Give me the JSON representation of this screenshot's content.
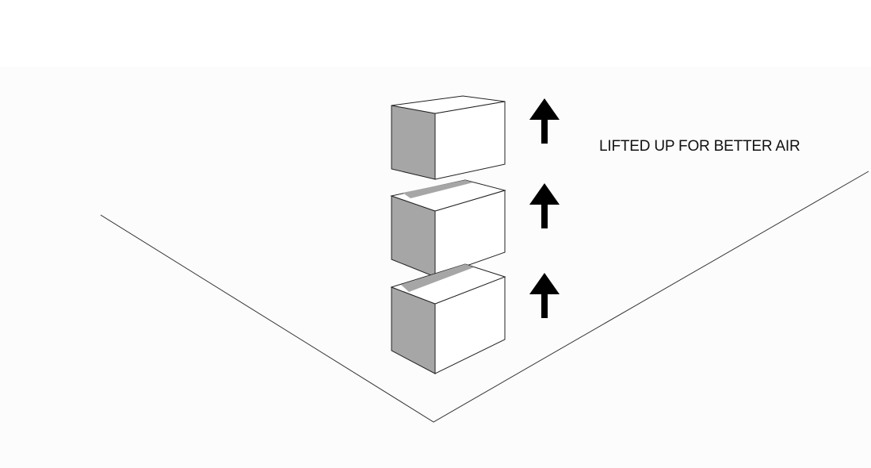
{
  "caption": "LIFTED UP FOR BETTER AIR",
  "colors": {
    "background": "#ffffff",
    "floor": "#fcfcfc",
    "floor_edge": "#333333",
    "box_face": "#ffffff",
    "box_side_shade": "#a6a6a6",
    "box_outline": "#222222",
    "arrow": "#000000"
  },
  "boxes": [
    {
      "name": "top-box",
      "arrow": "up-arrow-icon"
    },
    {
      "name": "middle-box",
      "arrow": "up-arrow-icon"
    },
    {
      "name": "bottom-box",
      "arrow": "up-arrow-icon"
    }
  ]
}
